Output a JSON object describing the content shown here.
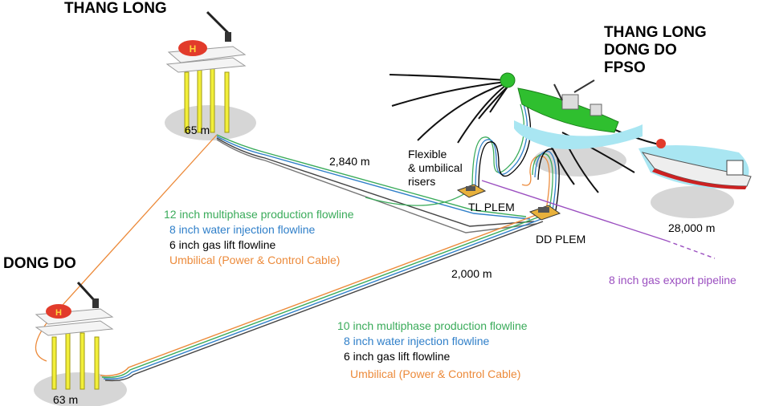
{
  "titles": {
    "thang_long": "THANG LONG",
    "dong_do": "DONG DO",
    "fpso": [
      "THANG LONG",
      "DONG DO",
      "FPSO"
    ]
  },
  "depths": {
    "thang_long": "65 m",
    "dong_do": "63 m"
  },
  "distances": {
    "tl_to_plem": "2,840 m",
    "dd_to_plem": "2,000 m",
    "export": "28,000 m"
  },
  "risers": [
    "Flexible",
    "& umbilical",
    "risers"
  ],
  "plems": {
    "tl": "TL PLEM",
    "dd": "DD PLEM"
  },
  "flowlines_tl": [
    {
      "text": "12 inch multiphase production flowline",
      "color": "#3aab5a"
    },
    {
      "text": "8 inch water injection flowline",
      "color": "#2f7fc9"
    },
    {
      "text": "6 inch gas lift flowline",
      "color": "#000000"
    },
    {
      "text": "Umbilical (Power & Control Cable)",
      "color": "#ec8a3a"
    }
  ],
  "flowlines_dd": [
    {
      "text": "10 inch multiphase production flowline",
      "color": "#3aab5a"
    },
    {
      "text": "8 inch water injection flowline",
      "color": "#2f7fc9"
    },
    {
      "text": "6 inch gas lift flowline",
      "color": "#000000"
    },
    {
      "text": "Umbilical (Power & Control Cable)",
      "color": "#ec8a3a"
    }
  ],
  "export_pipeline": {
    "text": "8 inch gas export pipeline",
    "color": "#9b4fc0"
  },
  "colors": {
    "seabed": "#d6d6d6",
    "platform_leg": "#f2ef3a",
    "fpso_hull": "#2fbf2f",
    "water": "#a9e6f2"
  }
}
